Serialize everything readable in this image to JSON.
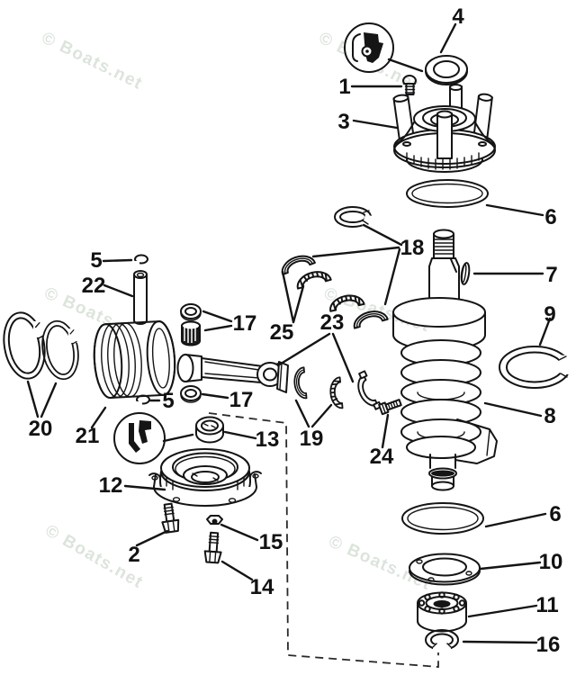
{
  "watermark": {
    "text": "© Boats.net",
    "color": "#dce4dc"
  },
  "ink_color": "#141414",
  "callouts": [
    {
      "label": "4"
    },
    {
      "label": "1"
    },
    {
      "label": "3"
    },
    {
      "label": "6"
    },
    {
      "label": "18"
    },
    {
      "label": "7"
    },
    {
      "label": "9"
    },
    {
      "label": "8"
    },
    {
      "label": "5"
    },
    {
      "label": "22"
    },
    {
      "label": "17"
    },
    {
      "label": "25"
    },
    {
      "label": "23"
    },
    {
      "label": "5"
    },
    {
      "label": "17"
    },
    {
      "label": "21"
    },
    {
      "label": "20"
    },
    {
      "label": "13"
    },
    {
      "label": "12"
    },
    {
      "label": "2"
    },
    {
      "label": "15"
    },
    {
      "label": "14"
    },
    {
      "label": "19"
    },
    {
      "label": "24"
    },
    {
      "label": "6"
    },
    {
      "label": "10"
    },
    {
      "label": "11"
    },
    {
      "label": "16"
    }
  ]
}
